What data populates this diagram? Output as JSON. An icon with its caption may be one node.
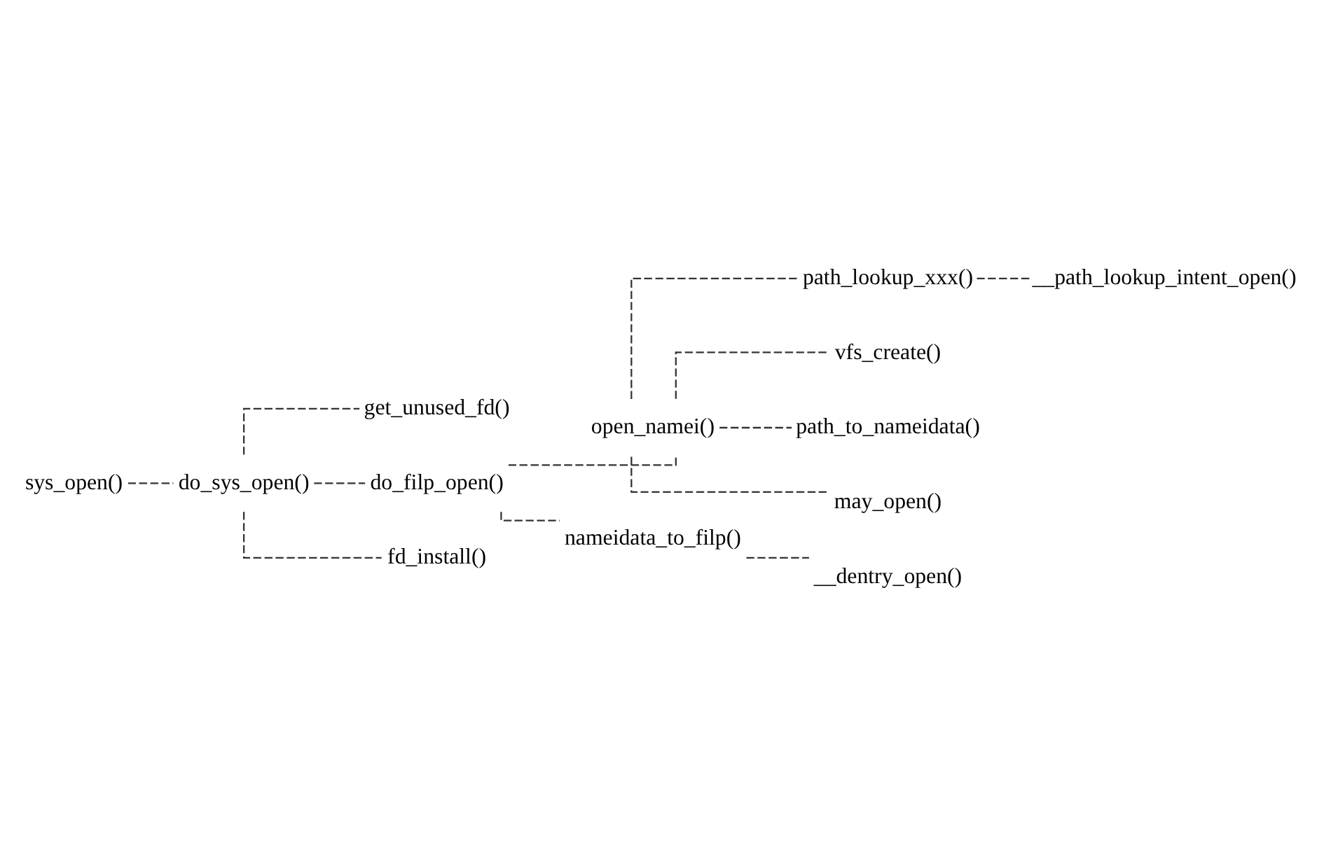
{
  "diagram": {
    "nodes": [
      {
        "text": [
          "sys_open()"
        ]
      },
      {
        "text": [
          "do_sys_open()"
        ]
      },
      {
        "text": [
          "get_unused_fd()"
        ]
      },
      {
        "text": [
          "do_filp_open()"
        ]
      },
      {
        "text": [
          "open_namei()"
        ]
      },
      {
        "text": [
          "path_lookup_xxx()"
        ]
      },
      {
        "text": [
          "__path_lookup_intent_open()"
        ]
      },
      {
        "text": [
          "vfs_create()"
        ]
      },
      {
        "text": [
          "path_to_nameidata()"
        ]
      },
      {
        "text": [
          "may_open()"
        ]
      },
      {
        "text": [
          "nameidata_to_filp()"
        ]
      },
      {
        "text": [
          "__dentry_open()"
        ]
      },
      {
        "text": [
          "fd_install()"
        ]
      }
    ],
    "edges": [
      {
        "from": 0,
        "to": 1,
        "arrow": "none",
        "style": "dashed"
      },
      {
        "from": 1,
        "to": 2,
        "arrow": "none",
        "style": "dashed"
      },
      {
        "from": 1,
        "to": 3,
        "arrow": "none",
        "style": "dashed"
      },
      {
        "from": 3,
        "to": 4,
        "arrow": "none",
        "style": "dashed"
      },
      {
        "from": 4,
        "to": 5,
        "arrow": "none",
        "style": "dashed"
      },
      {
        "from": 5,
        "to": 6,
        "arrow": "none",
        "style": "dashed"
      },
      {
        "from": 4,
        "to": 7,
        "arrow": "none",
        "style": "dashed"
      },
      {
        "from": 4,
        "to": 8,
        "arrow": "none",
        "style": "dashed"
      },
      {
        "from": 4,
        "to": 9,
        "arrow": "none",
        "style": "dashed"
      },
      {
        "from": 3,
        "to": 10,
        "arrow": "none",
        "style": "dashed"
      },
      {
        "from": 10,
        "to": 11,
        "arrow": "none",
        "style": "dashed"
      },
      {
        "from": 1,
        "to": 12,
        "arrow": "none",
        "style": "dashed"
      }
    ]
  }
}
